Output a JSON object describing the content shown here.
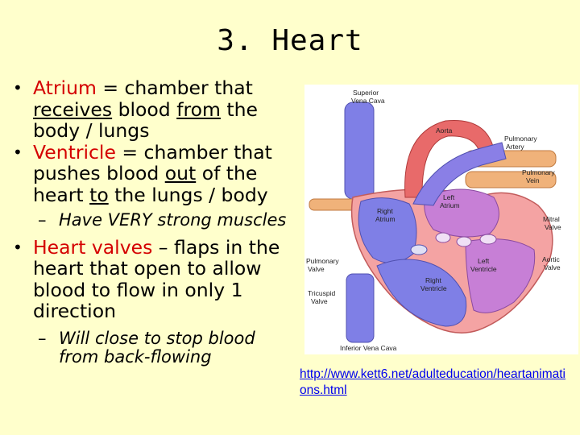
{
  "slide": {
    "title": "3. Heart",
    "bullet_atrium": {
      "term": "Atrium",
      "eq": " = chamber that ",
      "receives": "receives",
      "mid": " blood ",
      "from": "from",
      "end": " the body / lungs"
    },
    "bullet_ventricle": {
      "term": "Ventricle",
      "eq": " = chamber that pushes blood ",
      "out": "out",
      "mid": " of the heart ",
      "to": "to",
      "end": " the lungs / body"
    },
    "sub_ventricle": "Have VERY strong muscles",
    "bullet_valves": {
      "term": "Heart valves",
      "rest": " – flaps in the heart that open to allow blood to flow in only 1 direction"
    },
    "sub_valves": "Will close to stop blood from back-flowing",
    "bullet_symbol": "•",
    "dash_symbol": "–"
  },
  "diagram": {
    "labels": {
      "superior_vena_cava": [
        "Superior",
        "Vena Cava"
      ],
      "aorta": "Aorta",
      "pulmonary_artery": [
        "Pulmonary",
        "Artery"
      ],
      "pulmonary_vein": [
        "Pulmonary",
        "Vein"
      ],
      "left_atrium": [
        "Left",
        "Atrium"
      ],
      "right_atrium": [
        "Right",
        "Atrium"
      ],
      "mitral_valve": [
        "Mitral",
        "Valve"
      ],
      "pulmonary_valve": [
        "Pulmonary",
        "Valve"
      ],
      "aortic_valve": [
        "Aortic",
        "Valve"
      ],
      "left_ventricle": [
        "Left",
        "Ventricle"
      ],
      "right_ventricle": [
        "Right",
        "Ventricle"
      ],
      "tricuspid_valve": [
        "Tricuspid",
        "Valve"
      ],
      "inferior_vena_cava": "Inferior Vena Cava"
    },
    "colors": {
      "blood_blue": "#7f7fe6",
      "blood_red": "#e86a6a",
      "vein_orange": "#f0b27a",
      "heart_purple": "#c77fd6",
      "wall_pink": "#f4a3a3"
    }
  },
  "source_link": "http://www.kett6.net/adulteducation/heartanimations.html"
}
